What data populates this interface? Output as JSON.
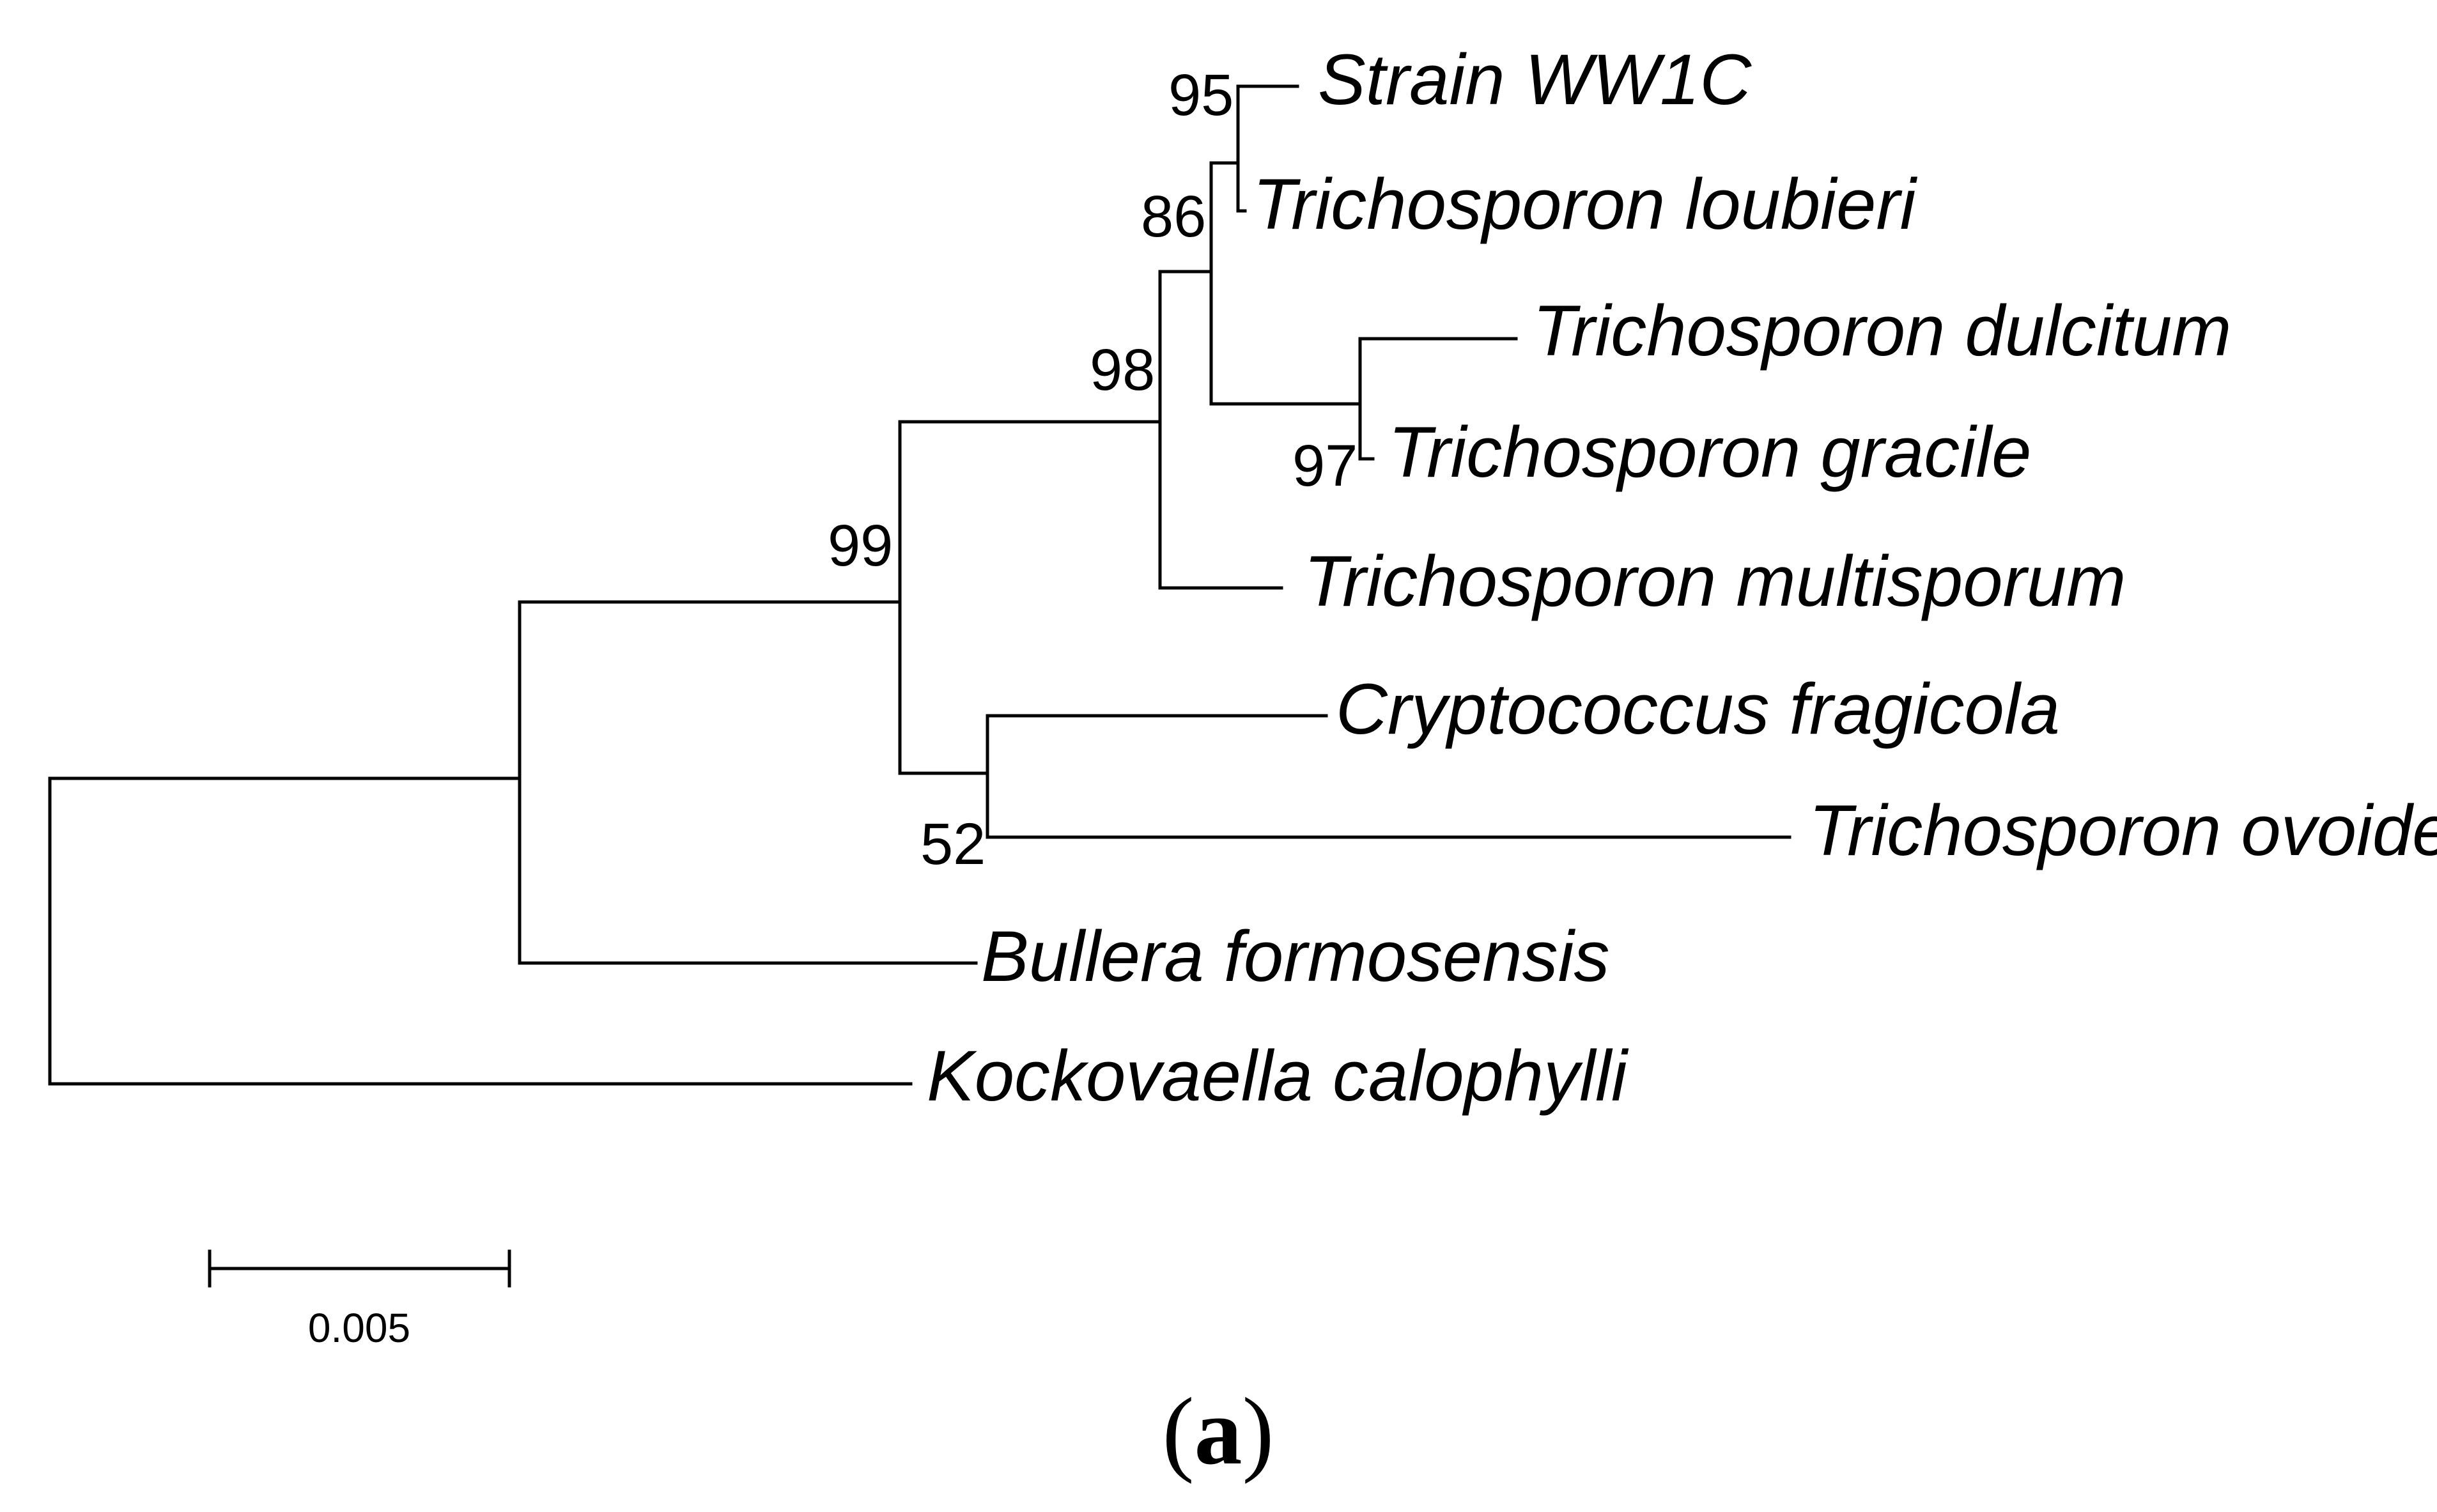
{
  "taxa": [
    "Strain WW1C",
    "Trichosporon loubieri",
    "Trichosporon dulcitum",
    "Trichosporon gracile",
    "Trichosporon multisporum",
    "Cryptococcus fragicola",
    "Trichosporon ovoides",
    "Bullera formosensis",
    "Kockovaella calophylli"
  ],
  "bootstrap": [
    "95",
    "86",
    "98",
    "97",
    "99",
    "52"
  ],
  "scale_bar": {
    "label": "0.005"
  },
  "panel_label": {
    "open": "(",
    "letter": "a",
    "close": ")"
  },
  "colors": {
    "line": "#000000",
    "text": "#000000",
    "background": "#ffffff"
  }
}
